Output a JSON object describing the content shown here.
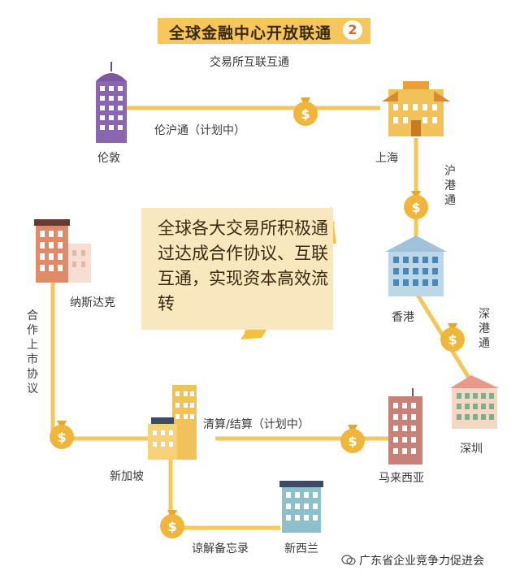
{
  "title": {
    "text": "全球金融中心开放联通",
    "number": "2"
  },
  "top_caption": "交易所互联互通",
  "cities": {
    "london": "伦敦",
    "shanghai": "上海",
    "hongkong": "香港",
    "shenzhen": "深圳",
    "nasdaq": "纳斯达克",
    "singapore": "新加坡",
    "malaysia": "马来西亚",
    "newzealand": "新西兰"
  },
  "links": {
    "london_shanghai": "伦沪通（计划中）",
    "shanghai_hk": "沪港通",
    "hk_shenzhen": "深港通",
    "nasdaq_singapore": "合作上市协议",
    "singapore_malaysia": "清算/结算（计划中）",
    "singapore_nz": "谅解备忘录"
  },
  "note": "全球各大交易所积极通过达成合作协议、互联互通，实现资本高效流转",
  "watermark": "广东省企业竞争力促进会",
  "colors": {
    "line": "#f6c65a",
    "bag": "#f0b63c",
    "note_bg": "#fbe7bd",
    "arrow": "#f4c03e"
  }
}
